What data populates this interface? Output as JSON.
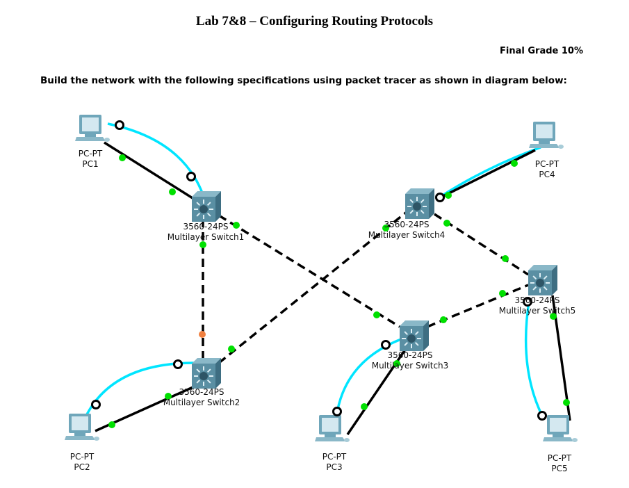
{
  "header": {
    "title": "Lab 7&8 – Configuring Routing Protocols",
    "grade": "Final Grade 10%",
    "instructions": "Build the network with the following specifications using packet tracer as shown in diagram below:"
  },
  "diagram": {
    "colors": {
      "copper": "#000000",
      "crossover_dashed": "#000000",
      "console": "#00e5ff",
      "link_up": "#00e000",
      "link_blinking": "#f08040",
      "switch": "#5a8fa3"
    },
    "pcs": [
      {
        "model": "PC-PT",
        "name": "PC1"
      },
      {
        "model": "PC-PT",
        "name": "PC4"
      },
      {
        "model": "PC-PT",
        "name": "PC2"
      },
      {
        "model": "PC-PT",
        "name": "PC3"
      },
      {
        "model": "PC-PT",
        "name": "PC5"
      }
    ],
    "switches": [
      {
        "model": "3560-24PS",
        "name": "Multilayer Switch1"
      },
      {
        "model": "3560-24PS",
        "name": "Multilayer Switch4"
      },
      {
        "model": "3560-24PS",
        "name": "Multilayer Switch5"
      },
      {
        "model": "3560-24PS",
        "name": "Multilayer Switch3"
      },
      {
        "model": "3560-24PS",
        "name": "Multilayer Switch2"
      }
    ]
  }
}
